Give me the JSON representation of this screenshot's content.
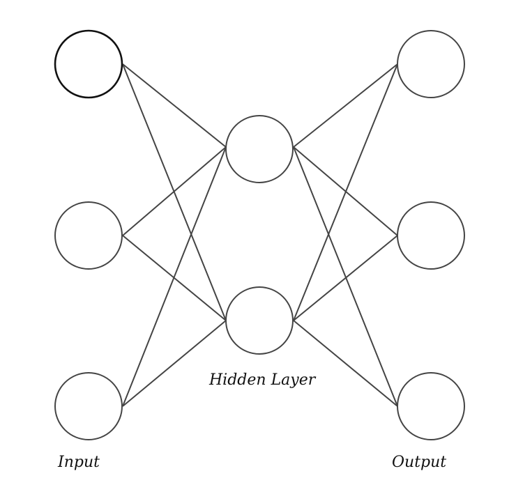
{
  "diagram": {
    "labels": {
      "input": "Input",
      "hidden": "Hidden Layer",
      "output": "Output"
    },
    "layers": [
      {
        "name": "input",
        "nodes": 3
      },
      {
        "name": "hidden",
        "nodes": 2
      },
      {
        "name": "output",
        "nodes": 3
      }
    ],
    "connectivity": "fully-connected",
    "colors": {
      "stroke": "#444444",
      "highlight": "#111111",
      "background": "#ffffff"
    },
    "highlighted_node": "input-1"
  }
}
